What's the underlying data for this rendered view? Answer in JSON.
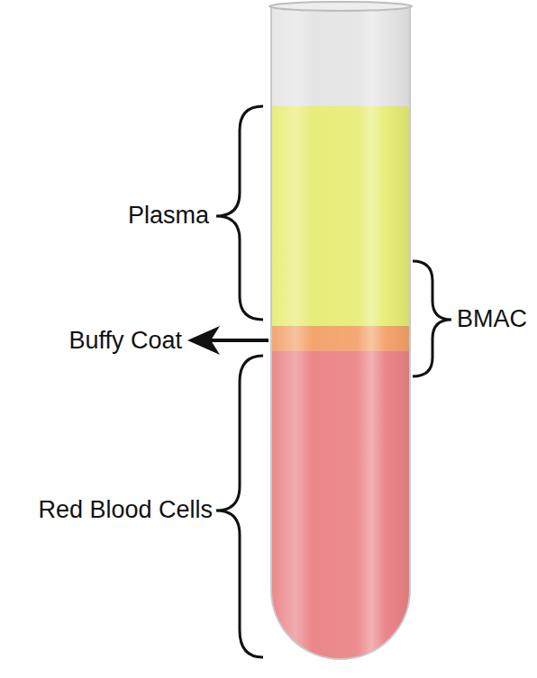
{
  "diagram": {
    "labels": [
      "Plasma",
      "Buffy Coat",
      "Red Blood Cells",
      "BMAC"
    ]
  }
}
